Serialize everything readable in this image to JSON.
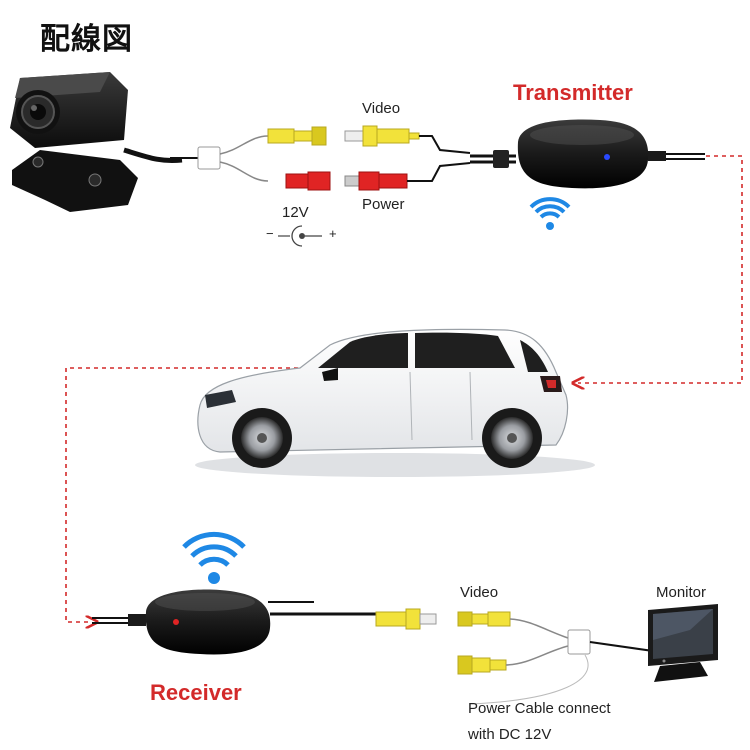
{
  "title": "配線図",
  "transmitter_label": "Transmitter",
  "receiver_label": "Receiver",
  "top": {
    "video_label": "Video",
    "power_label": "Power",
    "voltage_label": "12V",
    "minus_sign": "−",
    "plus_sign": "+"
  },
  "bottom": {
    "video_label": "Video",
    "monitor_label": "Monitor",
    "power_note_line1": "Power Cable connect",
    "power_note_line2": "with DC 12V"
  },
  "colors": {
    "accent_red": "#d32a2a",
    "rca_yellow": "#f2e23a",
    "rca_red": "#e02424",
    "signal_blue": "#1e88e5",
    "device_black": "#1b1b1b"
  },
  "icons": [
    "camera-icon",
    "car-icon",
    "monitor-icon",
    "wifi-icon"
  ]
}
